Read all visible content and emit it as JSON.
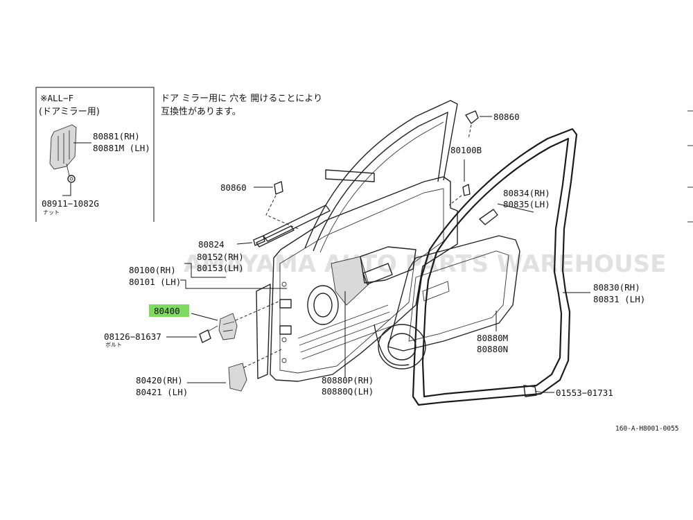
{
  "inset": {
    "title": "※ALL−F",
    "subtitle": "(ドアミラー用)",
    "part_rh": "80881(RH)",
    "part_lh": "80881M (LH)",
    "nut_part": "08911−1082G",
    "nut_caption": "ナット"
  },
  "note": {
    "line1": "ドア ミラー用に 穴を 開けることにより",
    "line2": "互換性があります。"
  },
  "watermark": "AMAYAMA AUTO PARTS WAREHOUSE",
  "labels": {
    "p80860_top": "80860",
    "p80100b": "80100B",
    "p80860_left": "80860",
    "p80834": "80834(RH)",
    "p80835": "80835(LH)",
    "p80824": "80824",
    "p80152": "80152(RH)",
    "p80153": "80153(LH)",
    "p80100": "80100(RH)",
    "p80101": "80101 (LH)",
    "p80400": "80400",
    "p08126": "08126−81637",
    "bolt_caption": "ボルト",
    "p80420": "80420(RH)",
    "p80421": "80421 (LH)",
    "p80880p": "80880P(RH)",
    "p80880q": "80880Q(LH)",
    "p80880m": "80880M",
    "p80880n": "80880N",
    "p80830": "80830(RH)",
    "p80831": "80831 (LH)",
    "p01553": "01553−01731"
  },
  "highlight_color": "#7ddc5f",
  "diagram_id": "160-A-H8001-0055"
}
